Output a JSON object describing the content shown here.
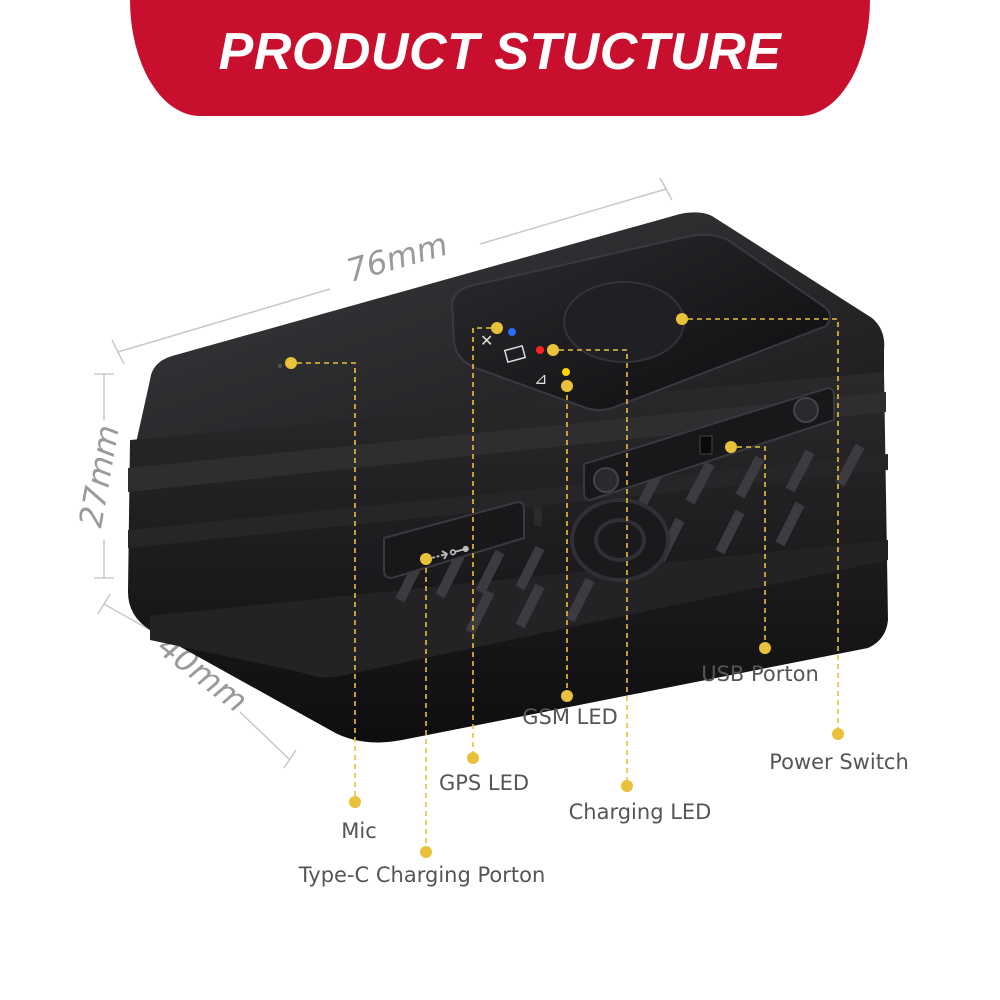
{
  "banner": {
    "title": "PRODUCT STUCTURE"
  },
  "dimensions": {
    "length": "76mm",
    "height": "27mm",
    "width": "40mm"
  },
  "callouts": {
    "mic": "Mic",
    "type_c": "Type-C Charging Porton",
    "gps_led": "GPS LED",
    "gsm_led": "GSM LED",
    "charging_led": "Charging LED",
    "usb_port": "USB Porton",
    "power_switch": "Power Switch"
  },
  "colors": {
    "banner": "#c8102e",
    "leader": "#e8c23a",
    "device_body": "#1c1c1e",
    "led_blue": "#2a6bff",
    "led_red": "#ff2020",
    "led_yellow": "#ffd400"
  }
}
